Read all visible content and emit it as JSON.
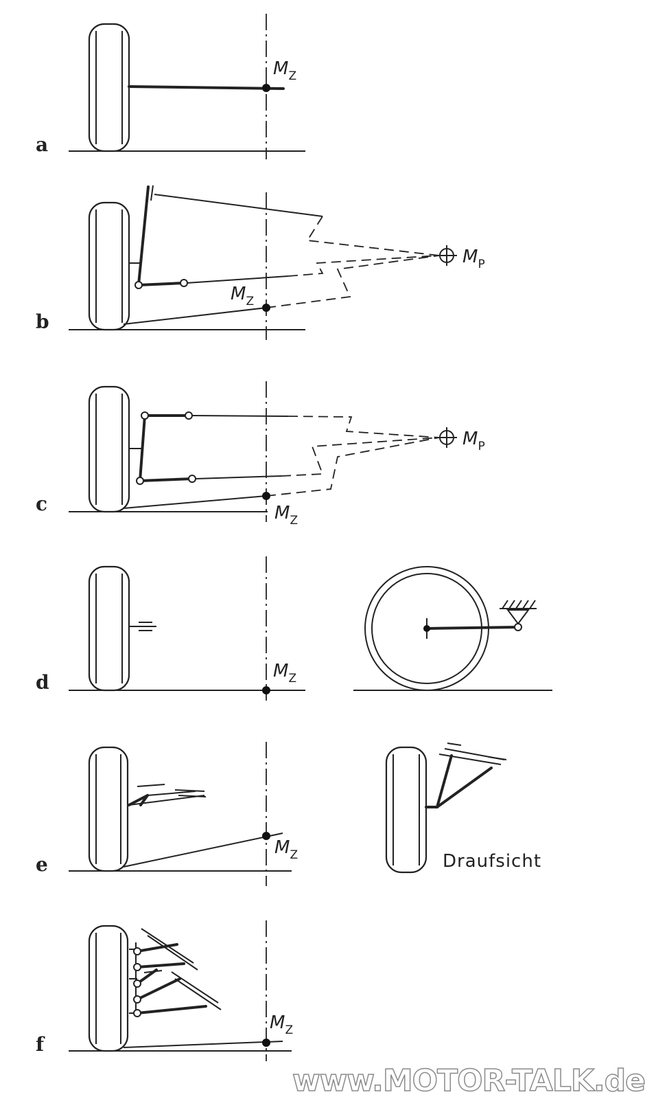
{
  "panels": [
    {
      "id": "a",
      "label": "a",
      "points": [
        {
          "sym": "M",
          "sub": "Z"
        }
      ]
    },
    {
      "id": "b",
      "label": "b",
      "points": [
        {
          "sym": "M",
          "sub": "P"
        },
        {
          "sym": "M",
          "sub": "Z"
        }
      ]
    },
    {
      "id": "c",
      "label": "c",
      "points": [
        {
          "sym": "M",
          "sub": "P"
        },
        {
          "sym": "M",
          "sub": "Z"
        }
      ]
    },
    {
      "id": "d",
      "label": "d",
      "points": [
        {
          "sym": "M",
          "sub": "Z"
        }
      ]
    },
    {
      "id": "e",
      "label": "e",
      "points": [
        {
          "sym": "M",
          "sub": "Z"
        }
      ],
      "caption": "Draufsicht"
    },
    {
      "id": "f",
      "label": "f",
      "points": [
        {
          "sym": "M",
          "sub": "Z"
        }
      ]
    }
  ],
  "watermark": "www.MOTOR-TALK.de"
}
